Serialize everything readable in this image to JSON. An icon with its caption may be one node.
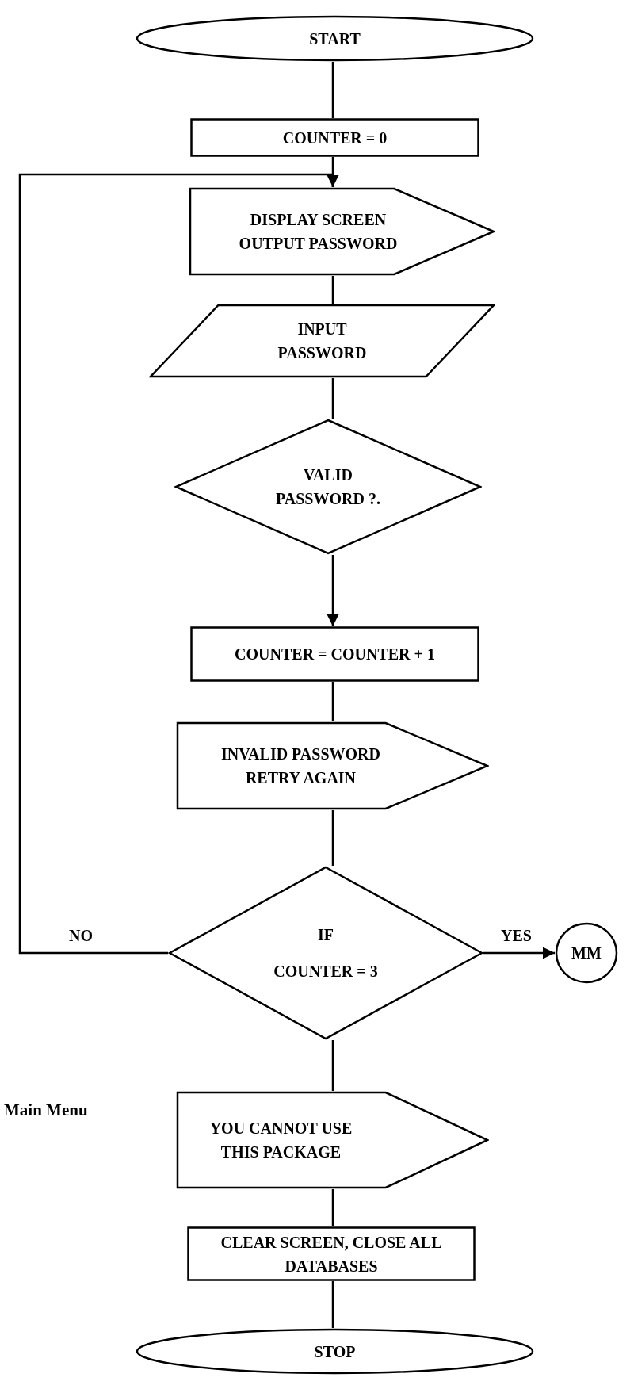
{
  "diagram": {
    "nodes": [
      {
        "text": [
          "START"
        ]
      },
      {
        "text": [
          "COUNTER = 0"
        ]
      },
      {
        "text": [
          "DISPLAY SCREEN OUTPUT PASSWORD"
        ]
      },
      {
        "text": [
          "INPUT PASSWORD"
        ]
      },
      {
        "text": [
          "VALID PASSWORD ?."
        ]
      },
      {
        "text": [
          "COUNTER = COUNTER + 1"
        ]
      },
      {
        "text": [
          "INVALID PASSWORD RETRY AGAIN"
        ]
      },
      {
        "text": [
          "IF",
          "COUNTER = 3"
        ]
      },
      {
        "text": [
          "MM"
        ]
      },
      {
        "text": [
          "YOU CANNOT USE THIS PACKAGE"
        ]
      },
      {
        "text": [
          "CLEAR SCREEN, CLOSE ALL DATABASES"
        ]
      },
      {
        "text": [
          "STOP"
        ]
      }
    ],
    "edges": [
      {
        "from": 0,
        "to": 1,
        "arrow": "none"
      },
      {
        "from": 1,
        "to": 2,
        "arrow": "none"
      },
      {
        "from": 2,
        "to": 3,
        "arrow": "none"
      },
      {
        "from": 3,
        "to": 4,
        "arrow": "none"
      },
      {
        "from": 4,
        "to": 5,
        "arrow": "to"
      },
      {
        "from": 5,
        "to": 6,
        "arrow": "none"
      },
      {
        "from": 6,
        "to": 7,
        "arrow": "none"
      },
      {
        "from": 7,
        "to": 2,
        "arrow": "to",
        "label": "NO"
      },
      {
        "from": 7,
        "to": 8,
        "arrow": "to",
        "label": "YES"
      },
      {
        "from": 7,
        "to": 9,
        "arrow": "none"
      },
      {
        "from": 9,
        "to": 10,
        "arrow": "none"
      },
      {
        "from": 10,
        "to": 11,
        "arrow": "none"
      }
    ],
    "labels": [
      "Main Menu"
    ]
  }
}
